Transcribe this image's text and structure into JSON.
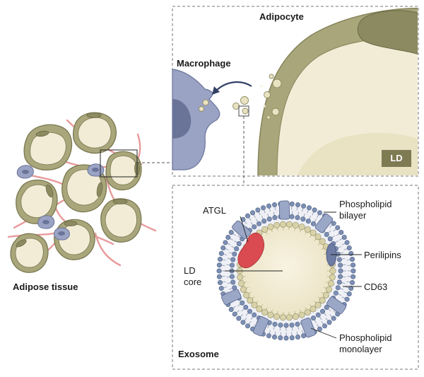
{
  "labels": {
    "adipocyte": "Adipocyte",
    "macrophage": "Macrophage",
    "ld": "LD",
    "adipose_tissue": "Adipose tissue",
    "exosome": "Exosome",
    "atgl": "ATGL",
    "ld_core_line1": "LD",
    "ld_core_line2": "core",
    "phospholipid_bilayer_line1": "Phospholipid",
    "phospholipid_bilayer_line2": "bilayer",
    "perilipins": "Perilipins",
    "cd63": "CD63",
    "phospholipid_monolayer_line1": "Phospholipid",
    "phospholipid_monolayer_line2": "monolayer"
  },
  "colors": {
    "cell_fill": "#a8a67a",
    "cell_dark": "#86845a",
    "cytoplasm": "#f2ecd7",
    "nucleus": "#8b8a60",
    "macrophage": "#9aa3c4",
    "macrophage_dark": "#6a7499",
    "ecm_pink": "#e89a9a",
    "droplet": "#e9e2c3",
    "bilayer_head": "#7c8fb4",
    "monolayer_head": "#d9d2a8",
    "atgl": "#d94b50",
    "cd63": "#9aa7c7",
    "ld_badge": "#7e7a52"
  }
}
